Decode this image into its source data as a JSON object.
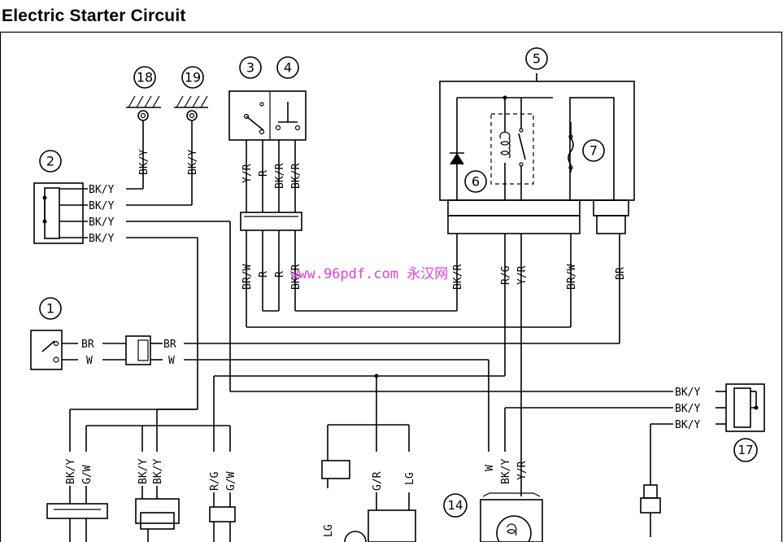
{
  "title": "Electric Starter Circuit",
  "watermark": "www.96pdf.com 永汉网",
  "callouts": {
    "c1": "1",
    "c2": "2",
    "c3": "3",
    "c4": "4",
    "c5": "5",
    "c6": "6",
    "c7": "7",
    "c14": "14",
    "c17": "17",
    "c18": "18",
    "c19": "19"
  },
  "wires": {
    "bk_y": "BK/Y",
    "bk_r": "BK/R",
    "y_r": "Y/R",
    "r": "R",
    "br_w": "BR/W",
    "r_g": "R/G",
    "br": "BR",
    "w": "W",
    "g_w": "G/W",
    "g_r": "G/R",
    "lg": "LG"
  },
  "colors": {
    "watermark": "#e040e0",
    "line": "#000000"
  }
}
